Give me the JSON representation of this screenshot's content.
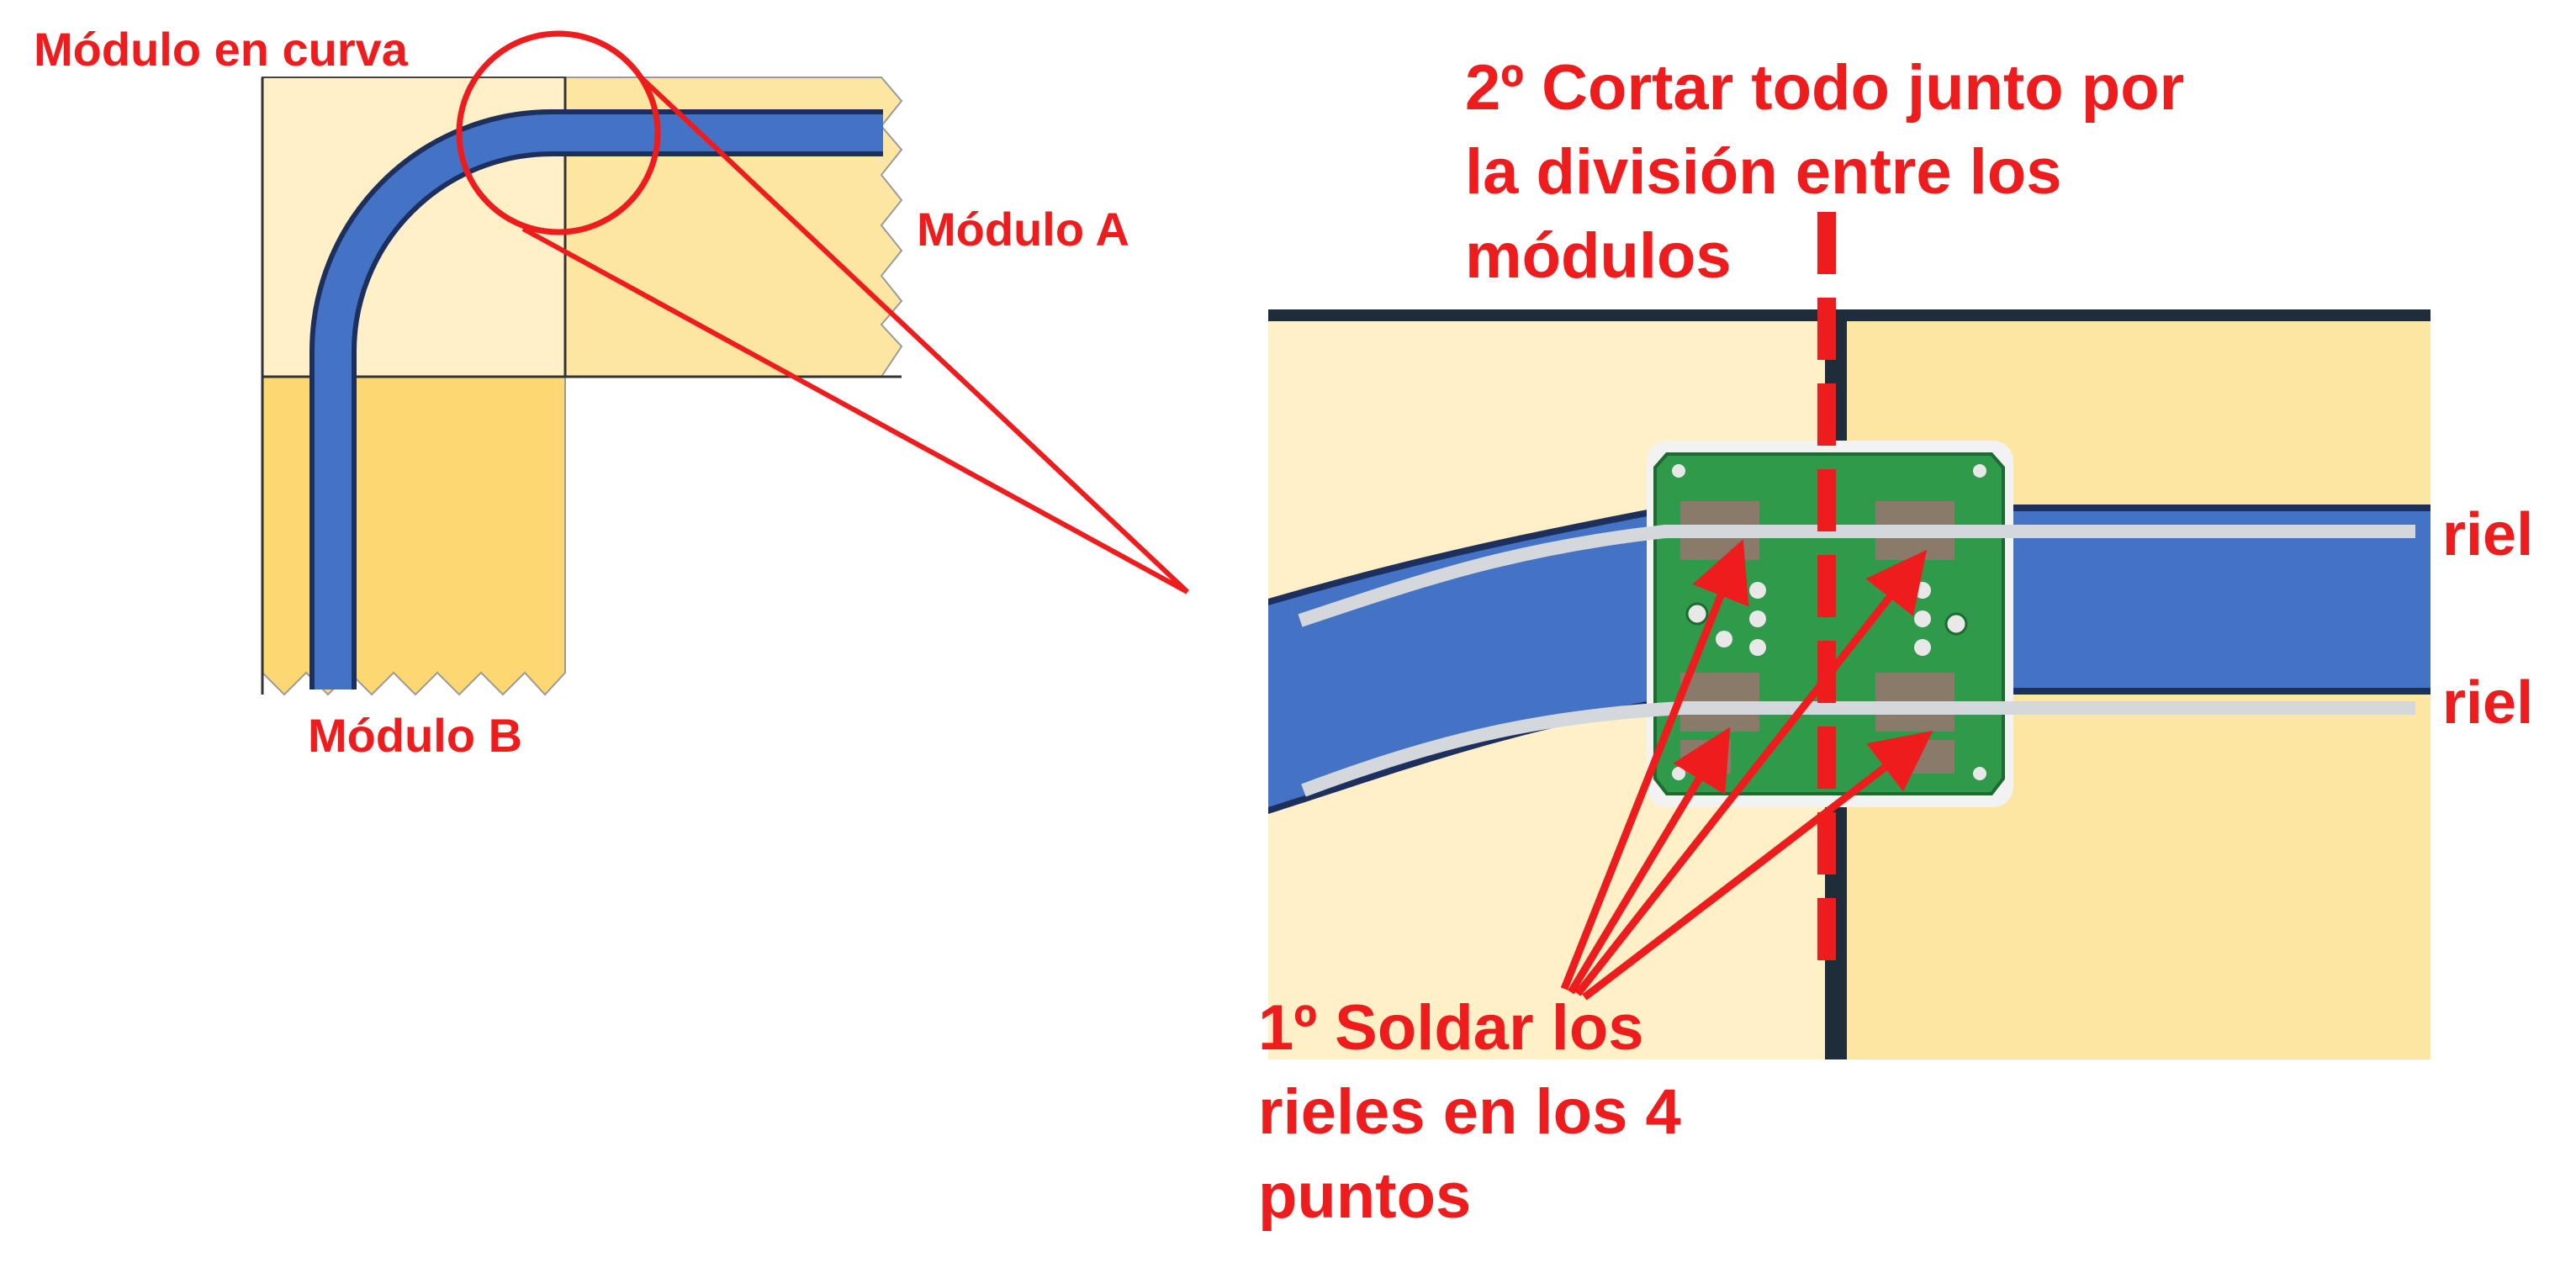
{
  "labels": {
    "curve_module": "Módulo en curva",
    "module_a": "Módulo A",
    "module_b": "Módulo B",
    "rail_top": "riel",
    "rail_bottom": "riel"
  },
  "steps": {
    "cut": [
      "2º Cortar todo junto por",
      "la división entre los",
      "módulos"
    ],
    "solder": [
      "1º Soldar los",
      "rieles en los 4",
      "puntos"
    ]
  },
  "colors": {
    "annotation": "#ee1c1c",
    "track": "#4472c4",
    "rail": "#d4d7dc",
    "module_light": "#fff0c8",
    "module_mid": "#fde6a2",
    "module_dark": "#fcd772",
    "pcb": "#2e9a4a",
    "pad": "#8a7a6a",
    "divider": "#1f2d3a"
  },
  "icons": {
    "zoom_indicator": "magnifier-circle-icon",
    "connector_board": "pcb-joiner-icon"
  }
}
